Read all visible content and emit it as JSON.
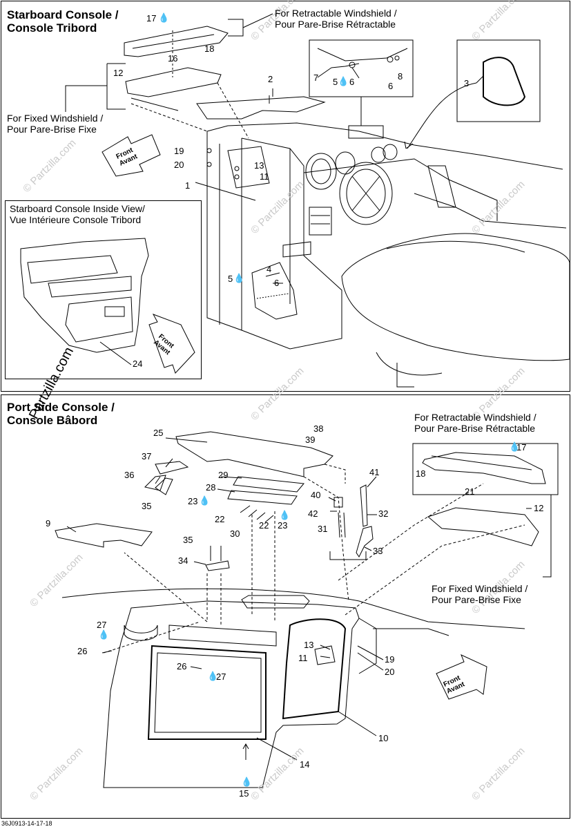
{
  "top_panel": {
    "title": "Starboard Console /\nConsole Tribord",
    "retractable_label": "For Retractable Windshield /\nPour Pare-Brise Rétractable",
    "fixed_label": "For Fixed Windshield /\nPour Pare-Brise Fixe",
    "inside_view_label": "Starboard Console Inside View/\nVue Intérieure Console Tribord",
    "front_arrow": "Front\nAvant"
  },
  "bottom_panel": {
    "title": "Port Side Console /\nConsole Bâbord",
    "retractable_label": "For Retractable Windshield /\nPour Pare-Brise Rétractable",
    "fixed_label": "For Fixed Windshield /\nPour Pare-Brise Fixe",
    "front_arrow": "Front\nAvant"
  },
  "watermark": "© Partzilla.com",
  "brand": "Partzilla.com",
  "footer": "36J0913-14-17-18",
  "callouts_top": [
    "17",
    "16",
    "18",
    "12",
    "2",
    "3",
    "7",
    "5",
    "6",
    "6",
    "8",
    "19",
    "20",
    "13",
    "11",
    "1",
    "4",
    "5",
    "6",
    "24"
  ],
  "callouts_bottom": [
    "25",
    "38",
    "39",
    "37",
    "36",
    "35",
    "29",
    "28",
    "23",
    "22",
    "22",
    "23",
    "30",
    "41",
    "40",
    "42",
    "31",
    "32",
    "33",
    "9",
    "35",
    "34",
    "17",
    "18",
    "21",
    "12",
    "27",
    "26",
    "26",
    "27",
    "13",
    "11",
    "19",
    "20",
    "10",
    "14",
    "15"
  ]
}
